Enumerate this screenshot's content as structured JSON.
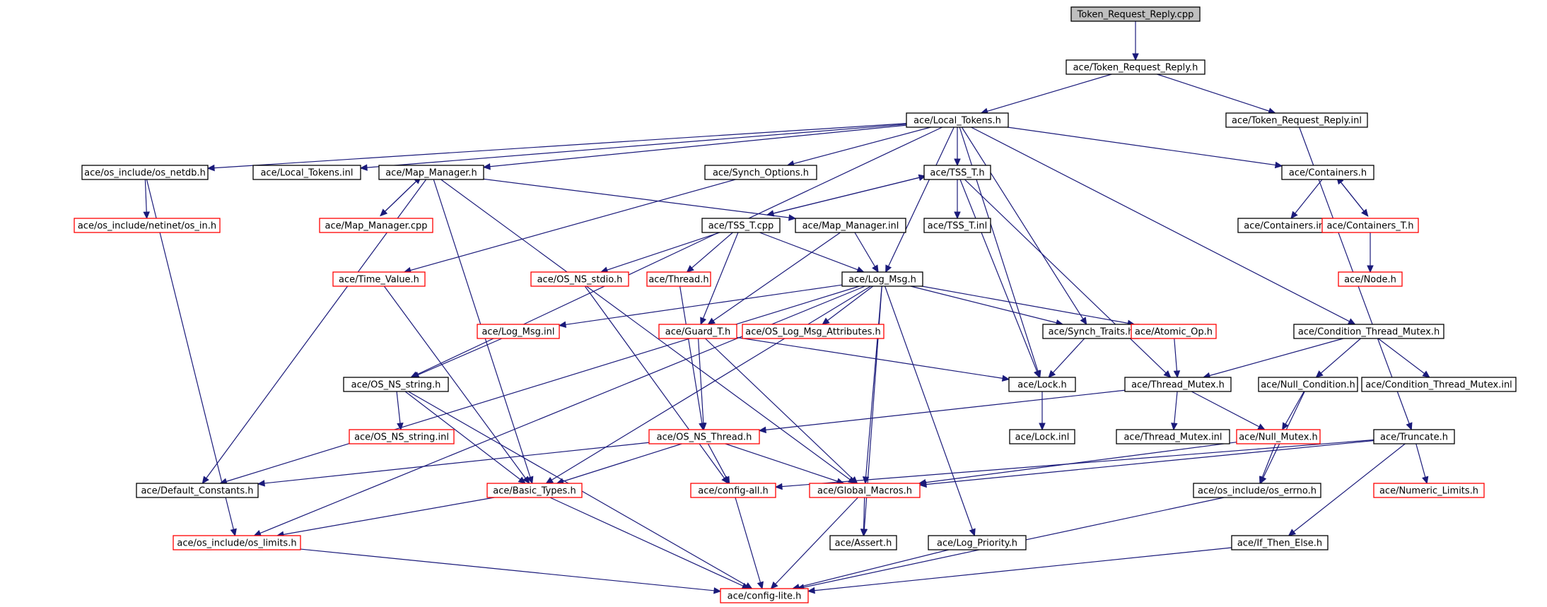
{
  "graph": {
    "root": "Token_Request_Reply.cpp",
    "colors": {
      "edge": "#1a1a7a",
      "node_border": "#000000",
      "missing_border": "#ff0000",
      "root_fill": "#bfbfbf"
    },
    "nodes": [
      {
        "id": "root",
        "label": "Token_Request_Reply.cpp",
        "style": "root"
      },
      {
        "id": "trr_h",
        "label": "ace/Token_Request_Reply.h",
        "style": "normal"
      },
      {
        "id": "local_tokens_h",
        "label": "ace/Local_Tokens.h",
        "style": "normal"
      },
      {
        "id": "trr_inl",
        "label": "ace/Token_Request_Reply.inl",
        "style": "normal"
      },
      {
        "id": "os_netdb",
        "label": "ace/os_include/os_netdb.h",
        "style": "normal"
      },
      {
        "id": "local_tokens_inl",
        "label": "ace/Local_Tokens.inl",
        "style": "normal"
      },
      {
        "id": "map_manager_h",
        "label": "ace/Map_Manager.h",
        "style": "normal"
      },
      {
        "id": "synch_options",
        "label": "ace/Synch_Options.h",
        "style": "normal"
      },
      {
        "id": "tss_t_h",
        "label": "ace/TSS_T.h",
        "style": "normal"
      },
      {
        "id": "containers_h",
        "label": "ace/Containers.h",
        "style": "normal"
      },
      {
        "id": "os_in",
        "label": "ace/os_include/netinet/os_in.h",
        "style": "missing"
      },
      {
        "id": "map_manager_cpp",
        "label": "ace/Map_Manager.cpp",
        "style": "missing"
      },
      {
        "id": "tss_t_cpp",
        "label": "ace/TSS_T.cpp",
        "style": "normal"
      },
      {
        "id": "map_manager_inl",
        "label": "ace/Map_Manager.inl",
        "style": "normal"
      },
      {
        "id": "tss_t_inl",
        "label": "ace/TSS_T.inl",
        "style": "normal"
      },
      {
        "id": "containers_inl",
        "label": "ace/Containers.inl",
        "style": "normal"
      },
      {
        "id": "containers_t",
        "label": "ace/Containers_T.h",
        "style": "missing"
      },
      {
        "id": "time_value",
        "label": "ace/Time_Value.h",
        "style": "missing"
      },
      {
        "id": "os_ns_stdio",
        "label": "ace/OS_NS_stdio.h",
        "style": "missing"
      },
      {
        "id": "thread_h",
        "label": "ace/Thread.h",
        "style": "missing"
      },
      {
        "id": "log_msg_h",
        "label": "ace/Log_Msg.h",
        "style": "normal"
      },
      {
        "id": "node_h",
        "label": "ace/Node.h",
        "style": "missing"
      },
      {
        "id": "log_msg_inl",
        "label": "ace/Log_Msg.inl",
        "style": "missing"
      },
      {
        "id": "guard_t",
        "label": "ace/Guard_T.h",
        "style": "missing"
      },
      {
        "id": "os_log_msg_attr",
        "label": "ace/OS_Log_Msg_Attributes.h",
        "style": "missing"
      },
      {
        "id": "synch_traits",
        "label": "ace/Synch_Traits.h",
        "style": "normal"
      },
      {
        "id": "atomic_op",
        "label": "ace/Atomic_Op.h",
        "style": "missing"
      },
      {
        "id": "cond_thread_mutex",
        "label": "ace/Condition_Thread_Mutex.h",
        "style": "normal"
      },
      {
        "id": "os_ns_string_h",
        "label": "ace/OS_NS_string.h",
        "style": "normal"
      },
      {
        "id": "lock_h",
        "label": "ace/Lock.h",
        "style": "normal"
      },
      {
        "id": "thread_mutex_h",
        "label": "ace/Thread_Mutex.h",
        "style": "normal"
      },
      {
        "id": "null_condition",
        "label": "ace/Null_Condition.h",
        "style": "normal"
      },
      {
        "id": "cond_thread_mutex_inl",
        "label": "ace/Condition_Thread_Mutex.inl",
        "style": "normal"
      },
      {
        "id": "os_ns_string_inl",
        "label": "ace/OS_NS_string.inl",
        "style": "missing"
      },
      {
        "id": "os_ns_thread",
        "label": "ace/OS_NS_Thread.h",
        "style": "missing"
      },
      {
        "id": "lock_inl",
        "label": "ace/Lock.inl",
        "style": "normal"
      },
      {
        "id": "thread_mutex_inl",
        "label": "ace/Thread_Mutex.inl",
        "style": "normal"
      },
      {
        "id": "null_mutex",
        "label": "ace/Null_Mutex.h",
        "style": "missing"
      },
      {
        "id": "truncate",
        "label": "ace/Truncate.h",
        "style": "normal"
      },
      {
        "id": "default_constants",
        "label": "ace/Default_Constants.h",
        "style": "normal"
      },
      {
        "id": "basic_types",
        "label": "ace/Basic_Types.h",
        "style": "missing"
      },
      {
        "id": "config_all",
        "label": "ace/config-all.h",
        "style": "missing"
      },
      {
        "id": "global_macros",
        "label": "ace/Global_Macros.h",
        "style": "missing"
      },
      {
        "id": "os_errno",
        "label": "ace/os_include/os_errno.h",
        "style": "normal"
      },
      {
        "id": "numeric_limits",
        "label": "ace/Numeric_Limits.h",
        "style": "missing"
      },
      {
        "id": "os_limits",
        "label": "ace/os_include/os_limits.h",
        "style": "missing"
      },
      {
        "id": "assert_h",
        "label": "ace/Assert.h",
        "style": "normal"
      },
      {
        "id": "log_priority",
        "label": "ace/Log_Priority.h",
        "style": "normal"
      },
      {
        "id": "if_then_else",
        "label": "ace/If_Then_Else.h",
        "style": "normal"
      },
      {
        "id": "config_lite",
        "label": "ace/config-lite.h",
        "style": "missing"
      }
    ],
    "edges": [
      [
        "root",
        "trr_h"
      ],
      [
        "trr_h",
        "local_tokens_h"
      ],
      [
        "trr_h",
        "trr_inl"
      ],
      [
        "trr_inl",
        "truncate"
      ],
      [
        "local_tokens_h",
        "os_netdb"
      ],
      [
        "local_tokens_h",
        "local_tokens_inl"
      ],
      [
        "local_tokens_h",
        "map_manager_h"
      ],
      [
        "local_tokens_h",
        "synch_options"
      ],
      [
        "local_tokens_h",
        "tss_t_h"
      ],
      [
        "local_tokens_h",
        "containers_h"
      ],
      [
        "local_tokens_h",
        "log_msg_h"
      ],
      [
        "local_tokens_h",
        "synch_traits"
      ],
      [
        "local_tokens_h",
        "lock_h"
      ],
      [
        "local_tokens_h",
        "cond_thread_mutex"
      ],
      [
        "local_tokens_h",
        "os_ns_string_h"
      ],
      [
        "os_netdb",
        "os_in"
      ],
      [
        "os_netdb",
        "os_limits"
      ],
      [
        "map_manager_h",
        "map_manager_cpp"
      ],
      [
        "map_manager_cpp",
        "map_manager_h"
      ],
      [
        "map_manager_h",
        "map_manager_inl"
      ],
      [
        "map_manager_h",
        "default_constants"
      ],
      [
        "map_manager_h",
        "basic_types"
      ],
      [
        "map_manager_h",
        "global_macros"
      ],
      [
        "synch_options",
        "time_value"
      ],
      [
        "tss_t_h",
        "tss_t_cpp"
      ],
      [
        "tss_t_cpp",
        "tss_t_h"
      ],
      [
        "tss_t_h",
        "tss_t_inl"
      ],
      [
        "tss_t_h",
        "lock_h"
      ],
      [
        "tss_t_h",
        "thread_mutex_h"
      ],
      [
        "containers_h",
        "containers_inl"
      ],
      [
        "containers_h",
        "containers_t"
      ],
      [
        "containers_t",
        "containers_h"
      ],
      [
        "containers_t",
        "node_h"
      ],
      [
        "tss_t_cpp",
        "os_ns_stdio"
      ],
      [
        "tss_t_cpp",
        "thread_h"
      ],
      [
        "tss_t_cpp",
        "log_msg_h"
      ],
      [
        "tss_t_cpp",
        "guard_t"
      ],
      [
        "map_manager_inl",
        "log_msg_h"
      ],
      [
        "map_manager_inl",
        "guard_t"
      ],
      [
        "time_value",
        "basic_types"
      ],
      [
        "os_ns_stdio",
        "config_all"
      ],
      [
        "thread_h",
        "os_ns_thread"
      ],
      [
        "log_msg_h",
        "log_msg_inl"
      ],
      [
        "log_msg_h",
        "os_log_msg_attr"
      ],
      [
        "log_msg_h",
        "synch_traits"
      ],
      [
        "log_msg_h",
        "atomic_op"
      ],
      [
        "log_msg_h",
        "default_constants"
      ],
      [
        "log_msg_h",
        "os_limits"
      ],
      [
        "log_msg_h",
        "global_macros"
      ],
      [
        "log_msg_h",
        "assert_h"
      ],
      [
        "log_msg_h",
        "log_priority"
      ],
      [
        "log_msg_h",
        "basic_types"
      ],
      [
        "log_msg_inl",
        "os_ns_string_h"
      ],
      [
        "guard_t",
        "lock_h"
      ],
      [
        "guard_t",
        "os_ns_thread"
      ],
      [
        "guard_t",
        "global_macros"
      ],
      [
        "synch_traits",
        "lock_h"
      ],
      [
        "atomic_op",
        "thread_mutex_h"
      ],
      [
        "cond_thread_mutex",
        "thread_mutex_h"
      ],
      [
        "cond_thread_mutex",
        "null_condition"
      ],
      [
        "cond_thread_mutex",
        "cond_thread_mutex_inl"
      ],
      [
        "os_ns_string_h",
        "os_ns_string_inl"
      ],
      [
        "os_ns_string_h",
        "basic_types"
      ],
      [
        "os_ns_string_h",
        "config_lite"
      ],
      [
        "lock_h",
        "lock_inl"
      ],
      [
        "thread_mutex_h",
        "thread_mutex_inl"
      ],
      [
        "thread_mutex_h",
        "null_mutex"
      ],
      [
        "thread_mutex_h",
        "os_ns_thread"
      ],
      [
        "null_condition",
        "null_mutex"
      ],
      [
        "null_condition",
        "os_errno"
      ],
      [
        "null_mutex",
        "global_macros"
      ],
      [
        "null_mutex",
        "os_errno"
      ],
      [
        "os_ns_thread",
        "default_constants"
      ],
      [
        "os_ns_thread",
        "basic_types"
      ],
      [
        "os_ns_thread",
        "config_all"
      ],
      [
        "os_ns_thread",
        "global_macros"
      ],
      [
        "truncate",
        "config_all"
      ],
      [
        "truncate",
        "global_macros"
      ],
      [
        "truncate",
        "numeric_limits"
      ],
      [
        "truncate",
        "if_then_else"
      ],
      [
        "basic_types",
        "os_limits"
      ],
      [
        "basic_types",
        "config_lite"
      ],
      [
        "config_all",
        "config_lite"
      ],
      [
        "global_macros",
        "assert_h"
      ],
      [
        "global_macros",
        "config_lite"
      ],
      [
        "os_errno",
        "config_lite"
      ],
      [
        "os_limits",
        "config_lite"
      ],
      [
        "log_priority",
        "config_lite"
      ],
      [
        "if_then_else",
        "config_lite"
      ]
    ]
  }
}
